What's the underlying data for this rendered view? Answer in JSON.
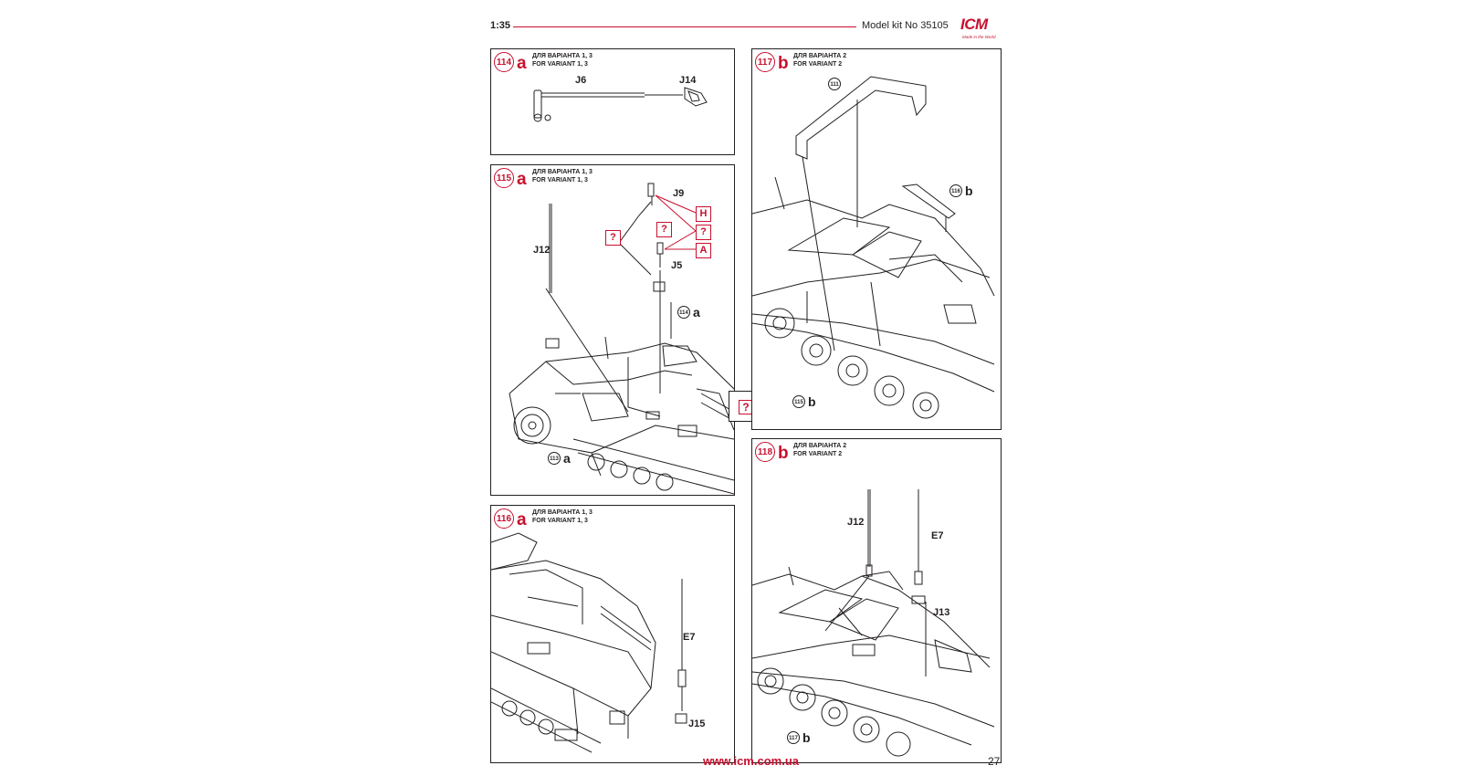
{
  "header": {
    "scale": "1:35",
    "model_kit": "Model kit No 35105"
  },
  "logo": {
    "text": "ICM",
    "tagline": "Made in the World",
    "icon": "icm-logo-icon"
  },
  "steps": [
    {
      "number": "114",
      "letter": "a",
      "variant_ru": "ДЛЯ ВАРІАНТА 1, 3",
      "variant_en": "FOR VARIANT 1, 3",
      "parts": [
        "J6",
        "J14"
      ]
    },
    {
      "number": "115",
      "letter": "a",
      "variant_ru": "ДЛЯ ВАРІАНТА 1, 3",
      "variant_en": "FOR VARIANT 1, 3",
      "parts": [
        "J9",
        "J12",
        "J5"
      ],
      "markers": [
        "H",
        "?",
        "A",
        "?",
        "?"
      ],
      "refs": [
        {
          "num": "114",
          "letter": "a"
        },
        {
          "num": "113",
          "letter": "a"
        }
      ]
    },
    {
      "number": "116",
      "letter": "a",
      "variant_ru": "ДЛЯ ВАРІАНТА 1, 3",
      "variant_en": "FOR VARIANT 1, 3",
      "parts": [
        "E7",
        "J15"
      ]
    },
    {
      "number": "117",
      "letter": "b",
      "variant_ru": "ДЛЯ ВАРІАНТА 2",
      "variant_en": "FOR VARIANT 2",
      "refs": [
        {
          "num": "111",
          "letter": ""
        },
        {
          "num": "116",
          "letter": "b"
        },
        {
          "num": "115",
          "letter": "b"
        }
      ]
    },
    {
      "number": "118",
      "letter": "b",
      "variant_ru": "ДЛЯ ВАРІАНТА 2",
      "variant_en": "FOR VARIANT 2",
      "parts": [
        "J12",
        "E7",
        "J13"
      ],
      "refs": [
        {
          "num": "117",
          "letter": "b"
        }
      ]
    }
  ],
  "center_marker": "?",
  "footer": {
    "website": "www.icm.com.ua",
    "page": "27"
  },
  "colors": {
    "accent": "#c8102e",
    "ink": "#231f20"
  }
}
